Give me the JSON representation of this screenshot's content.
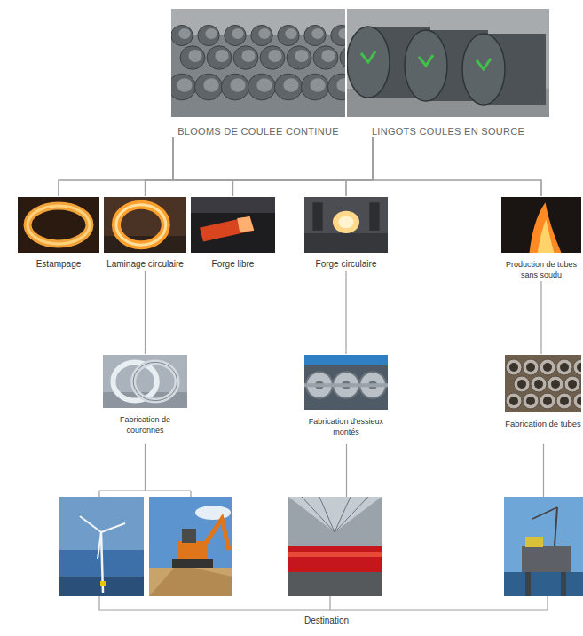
{
  "diagram": {
    "nodes": [
      {
        "text": [
          "BLOOMS DE COULEE CONTINUE"
        ]
      },
      {
        "text": [
          "LINGOTS COULES EN SOURCE"
        ]
      },
      {
        "text": [
          "Estampage"
        ]
      },
      {
        "text": [
          "Laminage circulaire"
        ]
      },
      {
        "text": [
          "Forge libre"
        ]
      },
      {
        "text": [
          "Forge circulaire"
        ]
      },
      {
        "text": [
          "Production de tubes sans soudu"
        ]
      },
      {
        "text": [
          "Fabrication de couronnes"
        ]
      },
      {
        "text": [
          "Fabrication d'essieux montés"
        ]
      },
      {
        "text": [
          "Fabrication de tubes"
        ]
      }
    ],
    "edges": [
      {
        "from": 0,
        "to": 2,
        "arrow": "none"
      },
      {
        "from": 0,
        "to": 3,
        "arrow": "none"
      },
      {
        "from": 0,
        "to": 4,
        "arrow": "none"
      },
      {
        "from": 0,
        "to": 5,
        "arrow": "none"
      },
      {
        "from": 0,
        "to": 6,
        "arrow": "none"
      },
      {
        "from": 1,
        "to": 2,
        "arrow": "none"
      },
      {
        "from": 1,
        "to": 3,
        "arrow": "none"
      },
      {
        "from": 1,
        "to": 4,
        "arrow": "none"
      },
      {
        "from": 1,
        "to": 5,
        "arrow": "none"
      },
      {
        "from": 1,
        "to": 6,
        "arrow": "none"
      },
      {
        "from": 3,
        "to": 7,
        "arrow": "none"
      },
      {
        "from": 5,
        "to": 8,
        "arrow": "none"
      },
      {
        "from": 6,
        "to": 9,
        "arrow": "none"
      }
    ],
    "labels": [
      "Destination"
    ]
  }
}
